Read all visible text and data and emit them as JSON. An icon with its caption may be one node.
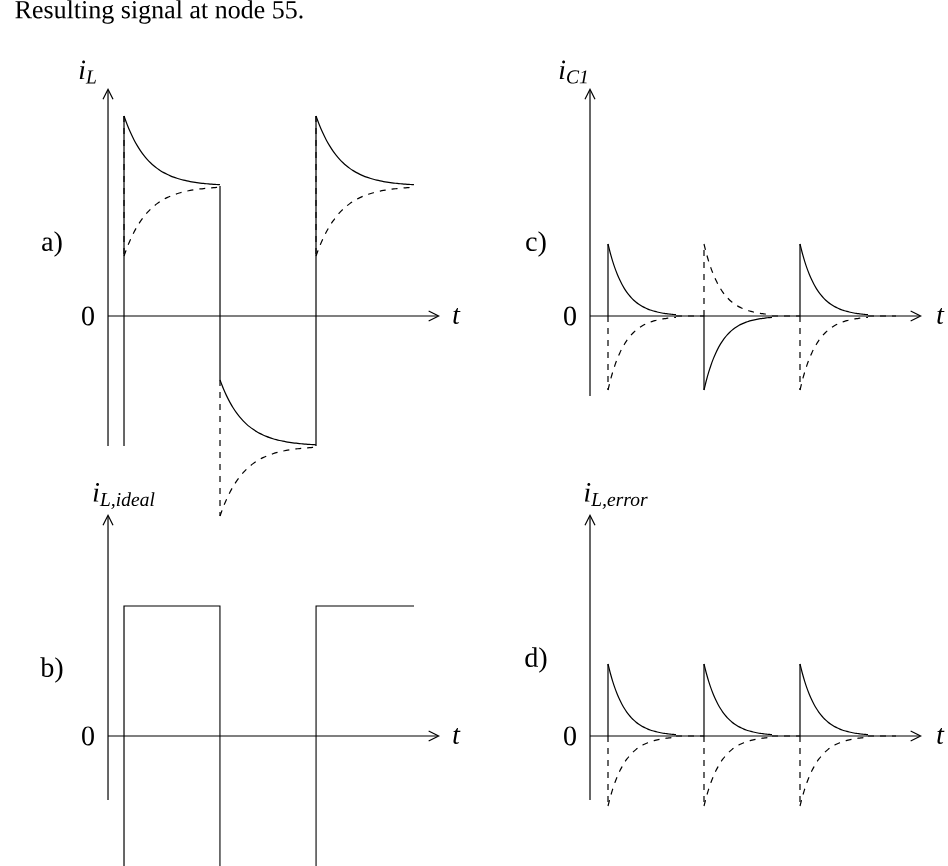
{
  "diagram": {
    "labels": [
      "Resulting signal at node 55.",
      "i$_{L}$",
      "i$_{C1}$",
      "a)",
      "c)",
      "0",
      "t",
      "0",
      "t",
      "i$_{L,ideal}$",
      "i$_{L,error}$",
      "b)",
      "d)",
      "0",
      "t",
      "0",
      "t"
    ]
  }
}
